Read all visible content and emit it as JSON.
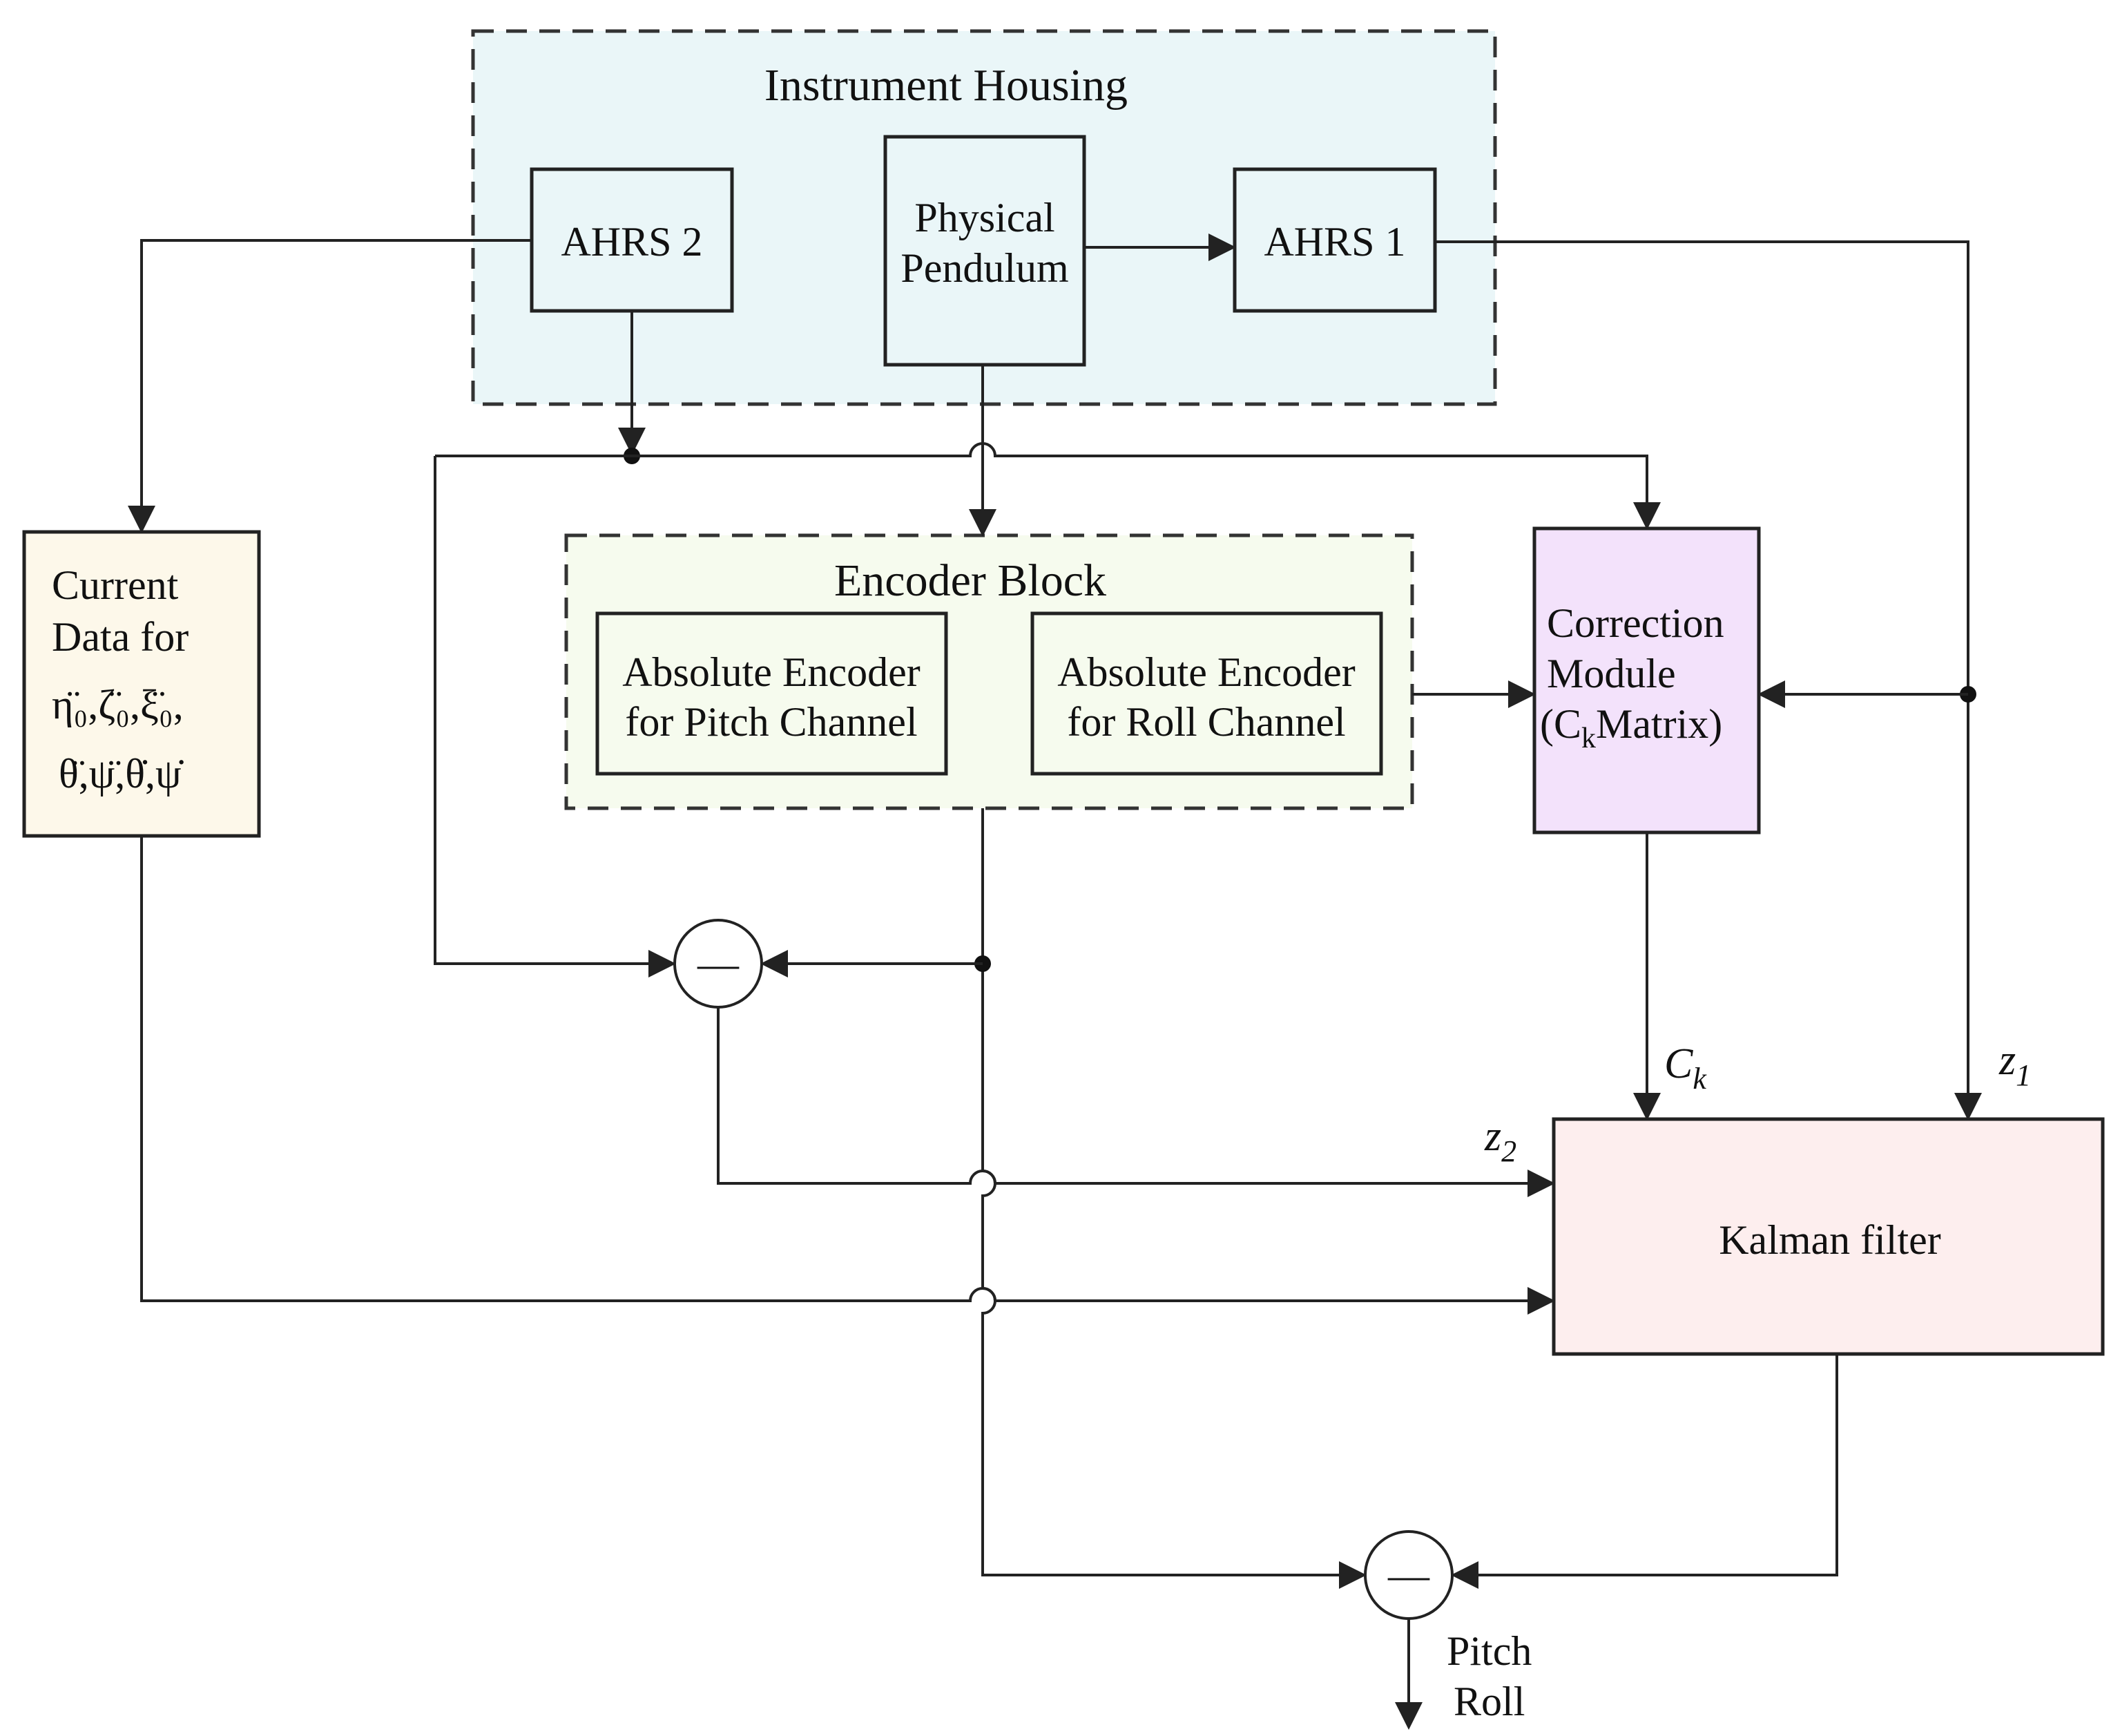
{
  "diagram": {
    "instrument_housing": {
      "title": "Instrument Housing",
      "fill": "#eaf6f8"
    },
    "ahrs2": {
      "label": "AHRS 2",
      "fill": "#eaf6f8"
    },
    "pendulum": {
      "line1": "Physical",
      "line2": "Pendulum",
      "fill": "#eaf6f8"
    },
    "ahrs1": {
      "label": "AHRS 1",
      "fill": "#eaf6f8"
    },
    "current_data": {
      "line1": "Current",
      "line2": "Data for",
      "line3": "η̈₀,ζ̈₀,ξ̈₀,",
      "line4": "θ̈,ψ̈,θ̇,ψ̇",
      "fill": "#fdf8ea"
    },
    "encoder_block": {
      "title": "Encoder Block",
      "fill": "#f6fbee",
      "pitch": {
        "line1": "Absolute Encoder",
        "line2": "for Pitch Channel"
      },
      "roll": {
        "line1": "Absolute Encoder",
        "line2": "for Roll Channel"
      }
    },
    "correction_module": {
      "line1": "Correction",
      "line2": "Module",
      "line3_open": "(C",
      "line3_sub": "k",
      "line3_close": "Matrix)",
      "fill": "#f3e2fb"
    },
    "kalman": {
      "label": "Kalman filter",
      "fill": "#fdeeee"
    },
    "signals": {
      "ck_main": "C",
      "ck_sub": "k",
      "z1_main": "z",
      "z1_sub": "1",
      "z2_main": "z",
      "z2_sub": "2"
    },
    "output": {
      "line1": "Pitch",
      "line2": "Roll"
    },
    "summing_symbol": "—"
  }
}
